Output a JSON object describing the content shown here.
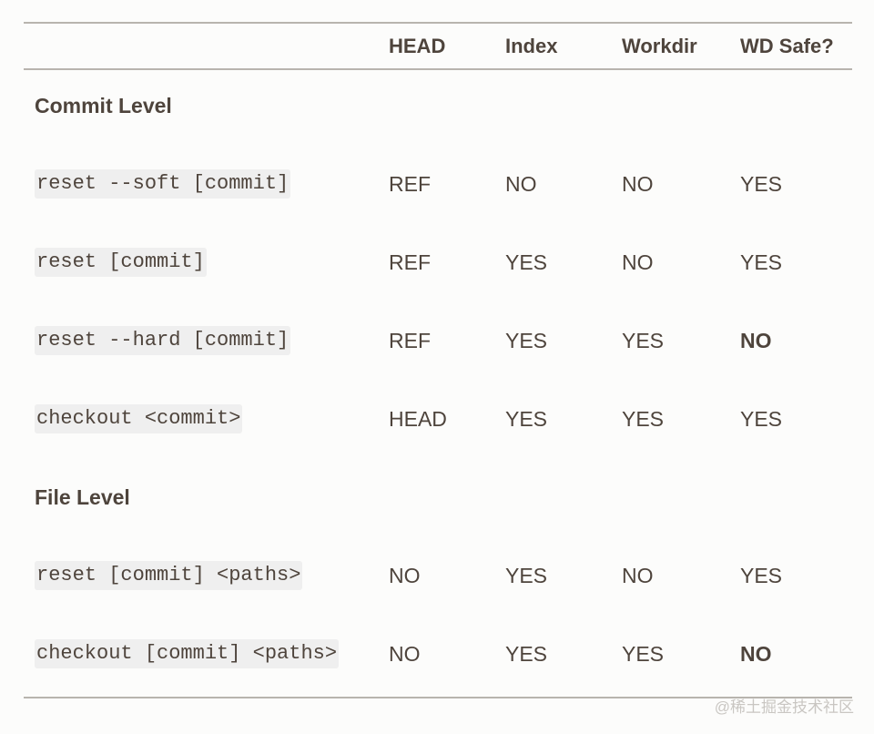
{
  "table": {
    "headers": [
      "",
      "HEAD",
      "Index",
      "Workdir",
      "WD Safe?"
    ],
    "sections": [
      {
        "title": "Commit Level",
        "rows": [
          {
            "command": "reset --soft [commit]",
            "head": "REF",
            "index": "NO",
            "workdir": "NO",
            "wd_safe": "YES"
          },
          {
            "command": "reset [commit]",
            "head": "REF",
            "index": "YES",
            "workdir": "NO",
            "wd_safe": "YES"
          },
          {
            "command": "reset --hard [commit]",
            "head": "REF",
            "index": "YES",
            "workdir": "YES",
            "wd_safe": "NO"
          },
          {
            "command": "checkout <commit>",
            "head": "HEAD",
            "index": "YES",
            "workdir": "YES",
            "wd_safe": "YES"
          }
        ]
      },
      {
        "title": "File Level",
        "rows": [
          {
            "command": "reset [commit] <paths>",
            "head": "NO",
            "index": "YES",
            "workdir": "NO",
            "wd_safe": "YES"
          },
          {
            "command": "checkout [commit] <paths>",
            "head": "NO",
            "index": "YES",
            "workdir": "YES",
            "wd_safe": "NO"
          }
        ]
      }
    ]
  },
  "watermark": "@稀土掘金技术社区",
  "colors": {
    "text": "#4e443c",
    "rule": "#b8b4ae",
    "code_background": "#efefef",
    "page_background": "#fcfcfb"
  }
}
